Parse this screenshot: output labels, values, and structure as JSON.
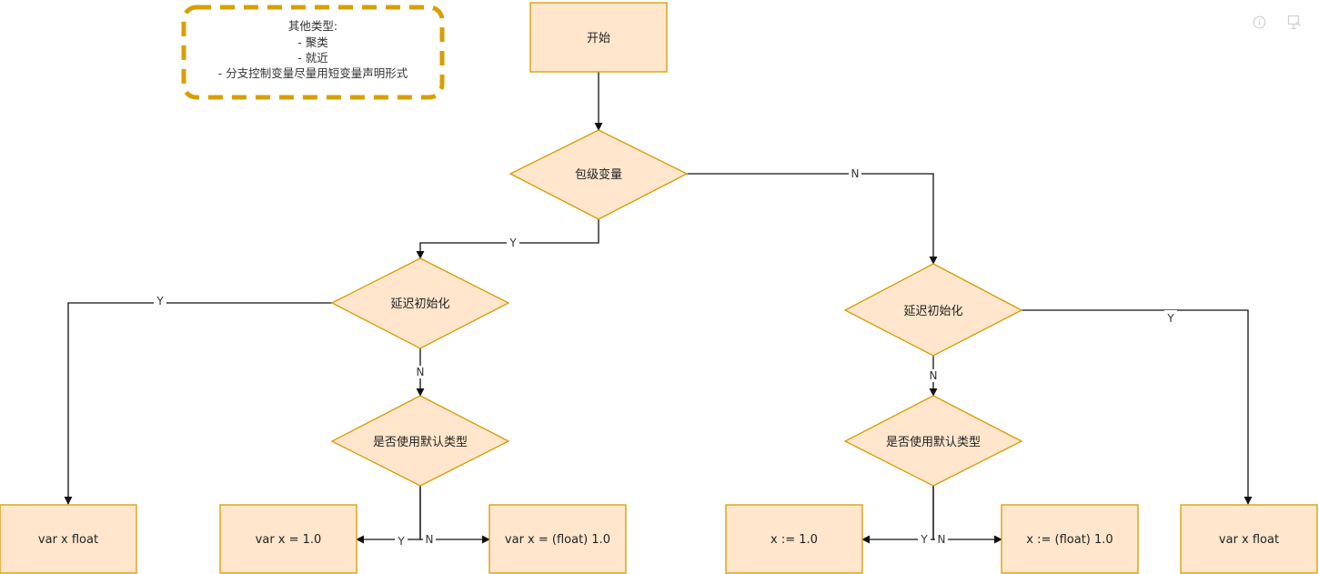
{
  "note": {
    "title": "其他类型:",
    "lines": [
      "- 聚类",
      "- 就近",
      "- 分支控制变量尽量用短变量声明形式"
    ]
  },
  "nodes": {
    "start": "开始",
    "package_var": "包级变量",
    "lazy_init_left": "延迟初始化",
    "lazy_init_right": "延迟初始化",
    "default_type_left": "是否使用默认类型",
    "default_type_right": "是否使用默认类型",
    "var_x_float_left": "var x float",
    "var_x_eq_1": "var x = 1.0",
    "var_x_eq_float": "var x = (float) 1.0",
    "x_short_1": "x := 1.0",
    "x_short_float": "x := (float) 1.0",
    "var_x_float_right": "var x float"
  },
  "edge_labels": {
    "pkg_yes": "Y",
    "pkg_no": "N",
    "lazy_left_yes": "Y",
    "lazy_left_no": "N",
    "lazy_right_yes": "Y",
    "lazy_right_no": "N",
    "default_left_yes": "Y",
    "default_left_no": "N",
    "default_right_yes": "Y",
    "default_right_no": "N"
  },
  "icons": [
    "info-icon",
    "pin-icon"
  ],
  "colors": {
    "node_fill": "#ffe6cc",
    "node_stroke": "#d79b00",
    "note_stroke": "#d6a000",
    "edge": "#111111"
  }
}
